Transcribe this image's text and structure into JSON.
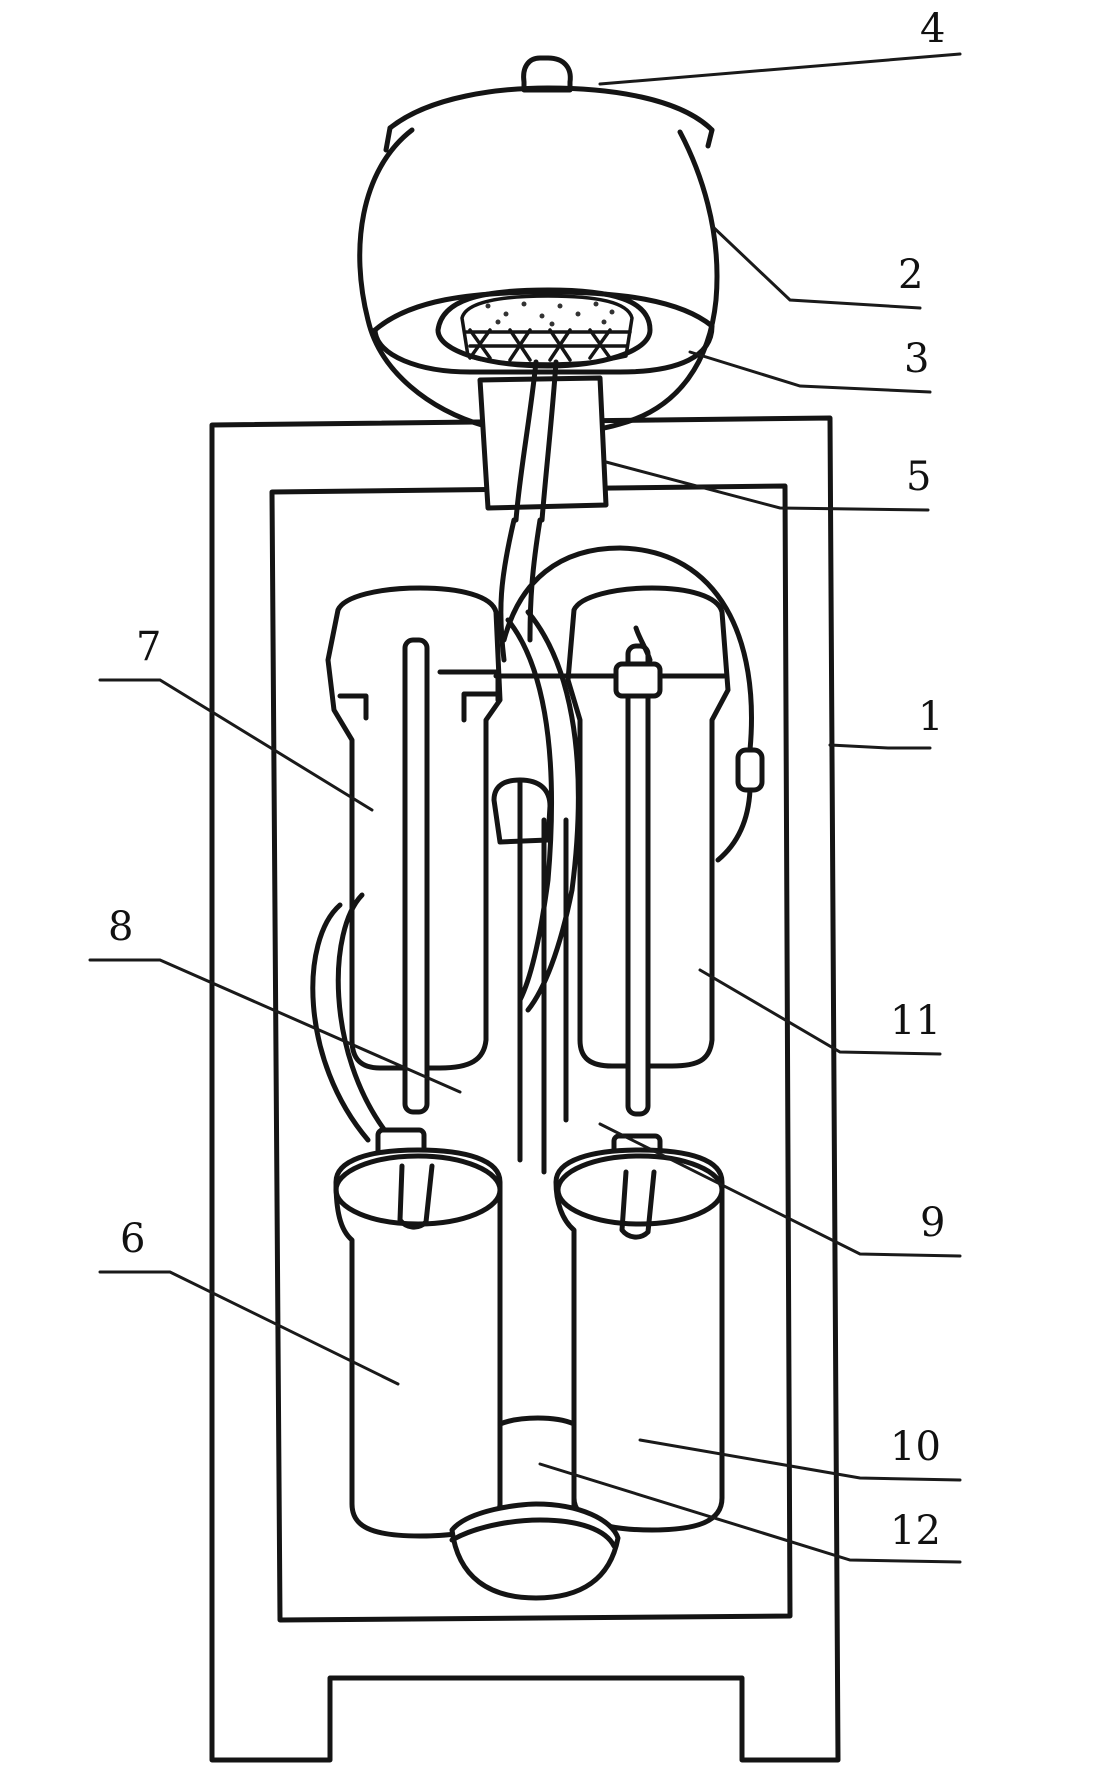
{
  "figure": {
    "callouts": [
      {
        "id": "4",
        "label": "4"
      },
      {
        "id": "2",
        "label": "2"
      },
      {
        "id": "3",
        "label": "3"
      },
      {
        "id": "5",
        "label": "5"
      },
      {
        "id": "7",
        "label": "7"
      },
      {
        "id": "1",
        "label": "1"
      },
      {
        "id": "8",
        "label": "8"
      },
      {
        "id": "11",
        "label": "11"
      },
      {
        "id": "9",
        "label": "9"
      },
      {
        "id": "6",
        "label": "6"
      },
      {
        "id": "10",
        "label": "10"
      },
      {
        "id": "12",
        "label": "12"
      }
    ]
  }
}
